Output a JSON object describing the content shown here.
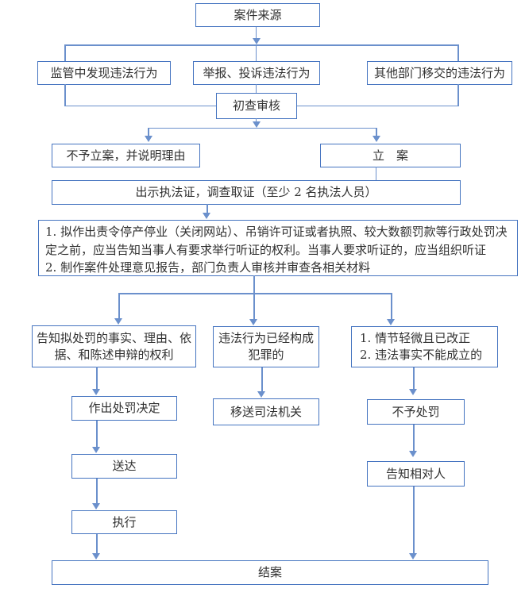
{
  "diagram": {
    "nodes": {
      "case_source": "案件来源",
      "discover": "监管中发现违法行为",
      "report": "举报、投诉违法行为",
      "transfer": "其他部门移交的违法行为",
      "initial_review": "初查审核",
      "no_case": "不予立案，并说明理由",
      "file_case": "立　案",
      "evidence": "出示执法证，调查取证（至少 2 名执法人员）",
      "hearing_item1": "1. 拟作出责令停产停业（关闭网站）、吊销许可证或者执照、较大数额罚款等行政处罚决定之前，应当告知当事人有要求举行听证的权利。当事人要求听证的，应当组织听证",
      "hearing_item2": "2. 制作案件处理意见报告，部门负责人审核并审查各相关材料",
      "notify_rights": "告知拟处罚的事实、理由、依据、和陈述申辩的权利",
      "crime": "违法行为已经构成犯罪的",
      "minor_item1": "1. 情节轻微且已改正",
      "minor_item2": "2. 违法事实不能成立的",
      "decision": "作出处罚决定",
      "judicial": "移送司法机关",
      "no_penalty": "不予处罚",
      "delivery": "送达",
      "notify_party": "告知相对人",
      "execute": "执行",
      "close_case": "结案"
    },
    "colors": {
      "box_border": "#4574c0",
      "connector": "#6b90cc",
      "text": "#303030",
      "background": "#ffffff"
    }
  }
}
